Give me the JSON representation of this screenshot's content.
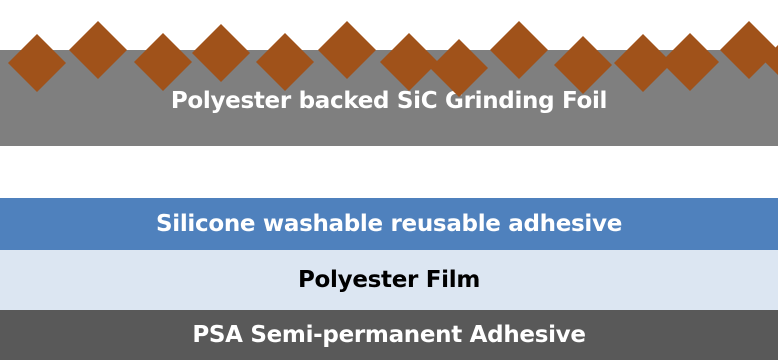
{
  "layers": {
    "grinding_foil": {
      "label": "Polyester backed SiC Grinding Foil",
      "color": "#7f7f7f"
    },
    "silicone_adhesive": {
      "label": "Silicone washable reusable adhesive",
      "color": "#4f81bd"
    },
    "polyester_film": {
      "label": "Polyester Film",
      "color": "#dce6f2"
    },
    "psa_adhesive": {
      "label": "PSA Semi-permanent Adhesive",
      "color": "#595959"
    }
  },
  "grit": {
    "color": "#a0521a",
    "count": 14
  }
}
